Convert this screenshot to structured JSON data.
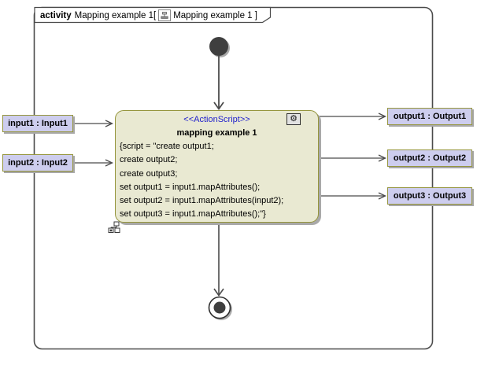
{
  "header": {
    "keyword": "activity",
    "activity_name": "Mapping example 1[",
    "diagram_name": "Mapping example 1 ]"
  },
  "action_node": {
    "stereotype": "<<ActionScript>>",
    "name": "mapping example 1",
    "script_lines": [
      "{script = \"create output1;",
      "create output2;",
      "create output3;",
      "set output1 = input1.mapAttributes();",
      "set output2 = input1.mapAttributes(input2);",
      "set output3 = input1.mapAttributes();\"}"
    ],
    "behavior_icon_glyph": "⚙"
  },
  "pins": {
    "inputs": [
      {
        "label": "input1 : Input1"
      },
      {
        "label": "input2 : Input2"
      }
    ],
    "outputs": [
      {
        "label": "output1 : Output1"
      },
      {
        "label": "output2 : Output2"
      },
      {
        "label": "output3 : Output3"
      }
    ]
  },
  "colors": {
    "node_fill": "#e9e9d2",
    "node_border": "#95953d",
    "pin_fill": "#cdcdee",
    "stereotype_text": "#2222cc",
    "frame_border": "#4b4b4b",
    "shadow": "#a9a9a9"
  }
}
